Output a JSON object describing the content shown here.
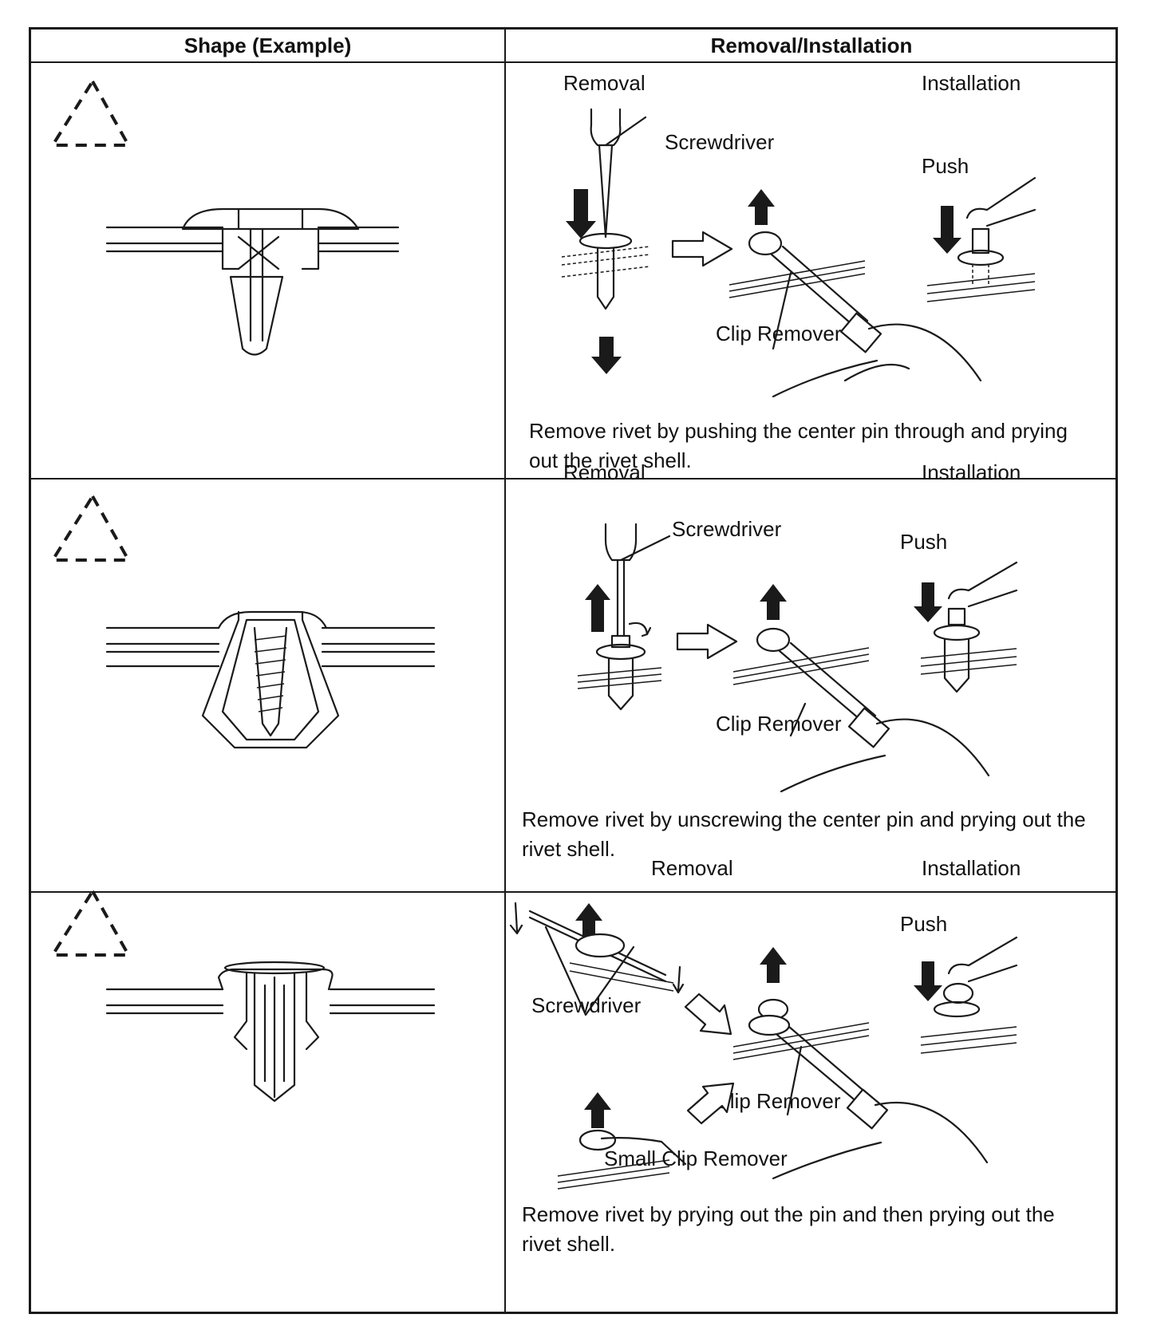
{
  "table": {
    "header": {
      "shape": "Shape (Example)",
      "procedure": "Removal/Installation"
    },
    "rows": [
      {
        "removal": "Removal",
        "installation": "Installation",
        "tool1": "Screwdriver",
        "tool2": "Clip Remover",
        "push": "Push",
        "description": "Remove rivet by pushing the center pin through and prying out the rivet shell."
      },
      {
        "removal": "Removal",
        "installation": "Installation",
        "tool1": "Screwdriver",
        "tool2": "Clip Remover",
        "push": "Push",
        "description": "Remove rivet by unscrewing the center pin and prying out the rivet shell."
      },
      {
        "removal": "Removal",
        "installation": "Installation",
        "tool1": "Screwdriver",
        "tool2": "Clip Remover",
        "tool3": "Small Clip Remover",
        "push": "Push",
        "description": "Remove rivet by prying out the pin and then prying out the rivet shell."
      }
    ]
  }
}
